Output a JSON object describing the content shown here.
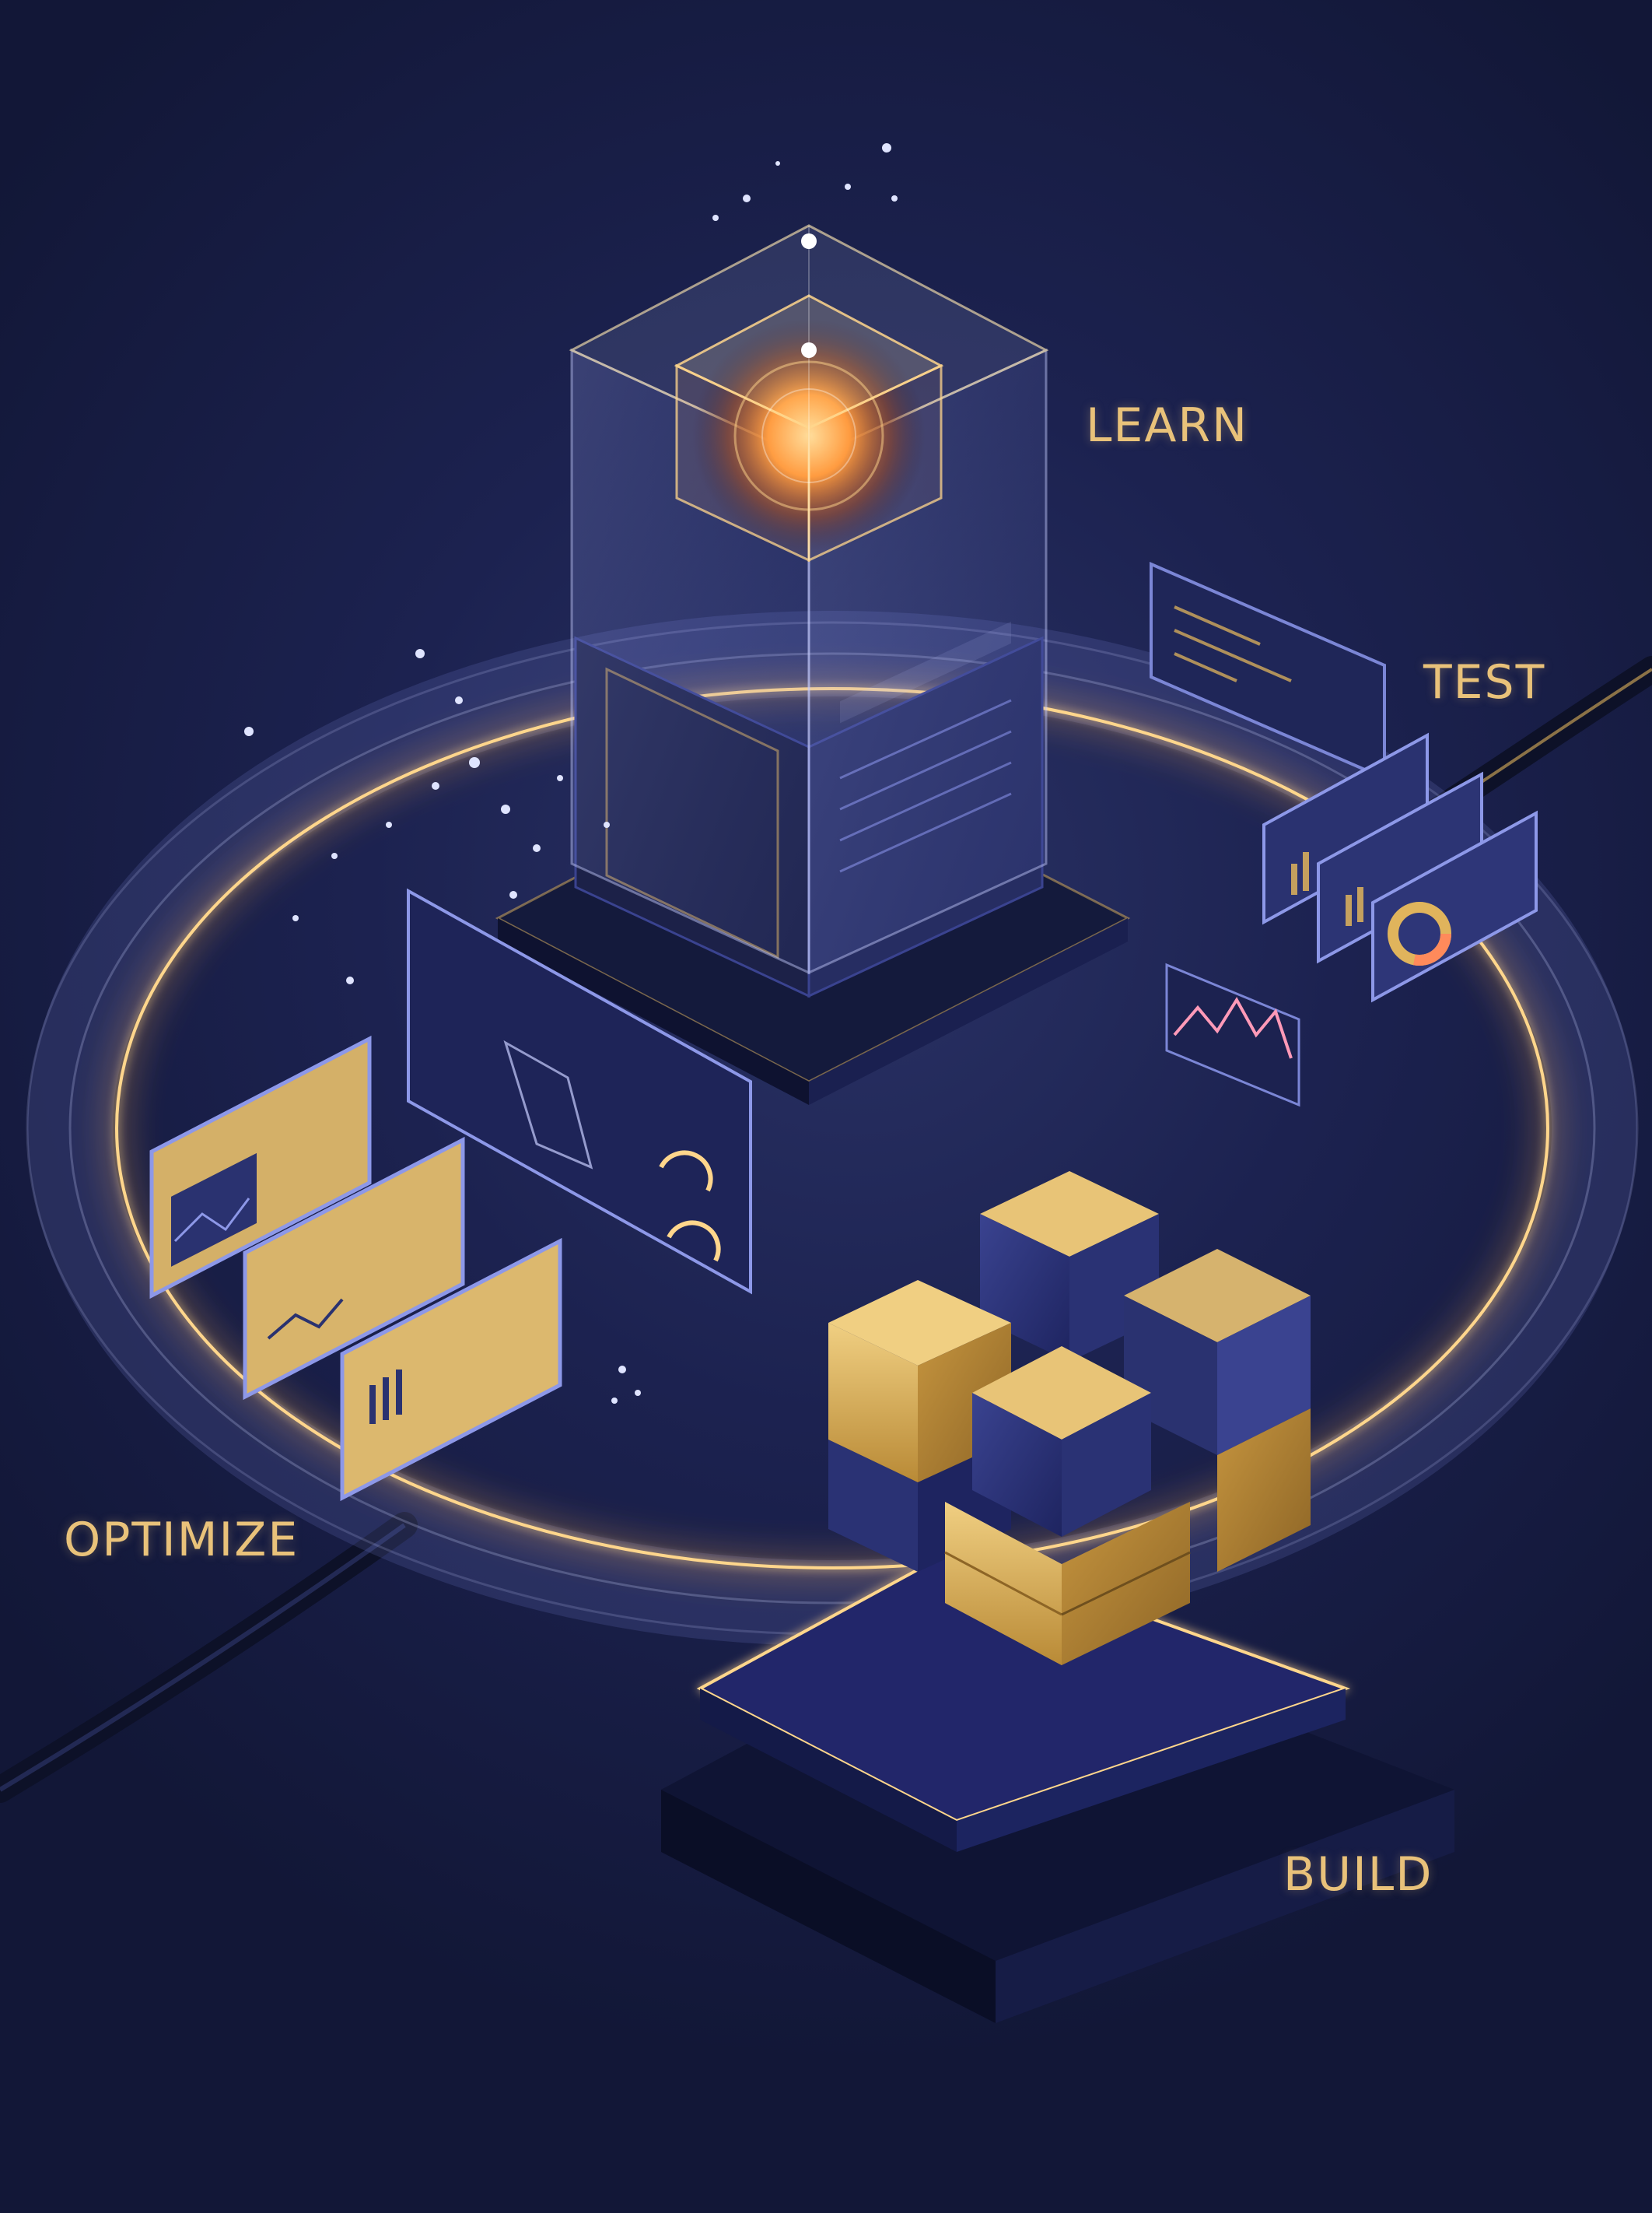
{
  "labels": {
    "learn": "LEARN",
    "test": "TEST",
    "optimize": "OPTIMIZE",
    "build": "BUILD"
  },
  "colors": {
    "background": "#1a2048",
    "accent_gold": "#e0b45c",
    "label_gold": "#e9c27a",
    "navy_panel": "#2a3270",
    "glow_orange": "#ff9a3c"
  },
  "icons": {
    "learn": "glass-cube-core-icon",
    "test": "dashboard-screens-icon",
    "optimize": "analytics-cards-icon",
    "build": "stacked-blocks-icon"
  }
}
